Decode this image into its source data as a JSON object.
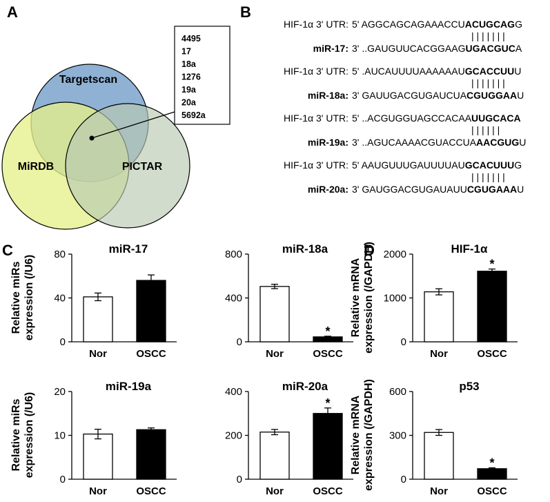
{
  "panel_labels": {
    "a": "A",
    "b": "B",
    "c": "C",
    "d": "D"
  },
  "venn": {
    "sets": [
      "Targetscan",
      "MiRDB",
      "PICTAR"
    ],
    "colors": {
      "targetscan": "#8fb1d4",
      "mirdb": "#e6ef8a",
      "pictar": "#b9c9b2"
    },
    "overlap_list": [
      "4495",
      "17",
      "18a",
      "1276",
      "19a",
      "20a",
      "5692a"
    ]
  },
  "alignments": [
    {
      "utr_label": "HIF-1α 3' UTR:",
      "utr_seq": [
        {
          "t": "5'  ",
          "b": false
        },
        {
          "t": "AGGCAGCAGAAACCU",
          "b": false
        },
        {
          "t": "ACUGCAG",
          "b": true
        },
        {
          "t": "G",
          "b": false
        }
      ],
      "bars": "| | | | | | |",
      "mir_label": "miR-17:",
      "mir_seq": [
        {
          "t": "3'  ..GAUGUUCACGGAAG",
          "b": false
        },
        {
          "t": "UGACGUC",
          "b": true
        },
        {
          "t": "A",
          "b": false
        }
      ]
    },
    {
      "utr_label": "HIF-1α 3' UTR:",
      "utr_seq": [
        {
          "t": "5' .AUCAUUUUAAAAAAU",
          "b": false
        },
        {
          "t": "GCACCUU",
          "b": true
        },
        {
          "t": "U",
          "b": false
        }
      ],
      "bars": "| | | | | | |",
      "mir_label": "miR-18a:",
      "mir_seq": [
        {
          "t": "3' GAUUGACGUGAUCUA",
          "b": false
        },
        {
          "t": "CGUGGAA",
          "b": true
        },
        {
          "t": "U",
          "b": false
        }
      ]
    },
    {
      "utr_label": "HIF-1α 3' UTR:",
      "utr_seq": [
        {
          "t": "5'  ..ACGUGGUAGCCACAA",
          "b": false
        },
        {
          "t": "UUGCACA",
          "b": true
        }
      ],
      "bars": "| | | | | |",
      "mir_label": "miR-19a:",
      "mir_seq": [
        {
          "t": "3' ..AGUCAAAACGUACCUA",
          "b": false
        },
        {
          "t": "AACGUG",
          "b": true
        },
        {
          "t": "U",
          "b": false
        }
      ]
    },
    {
      "utr_label": "HIF-1α 3' UTR:",
      "utr_seq": [
        {
          "t": "5' AAUGUUUGAUUUUAU",
          "b": false
        },
        {
          "t": "GCACUUU",
          "b": true
        },
        {
          "t": "G",
          "b": false
        }
      ],
      "bars": "| | | | | | |",
      "mir_label": "miR-20a:",
      "mir_seq": [
        {
          "t": "3' GAUGGACGUGAUAUU",
          "b": false
        },
        {
          "t": "CGUGAAA",
          "b": true
        },
        {
          "t": "U",
          "b": false
        }
      ]
    }
  ],
  "ylabels": {
    "c": [
      "Relative miRs",
      "expression (/U6)"
    ],
    "d": [
      "Relative mRNA",
      "expression (/GAPDH)"
    ]
  },
  "chart_data": [
    {
      "type": "bar",
      "title": "miR-17",
      "categories": [
        "Nor",
        "OSCC"
      ],
      "values": [
        41,
        56
      ],
      "errors": [
        3.5,
        5
      ],
      "ylim": [
        0,
        80
      ],
      "yticks": [
        0,
        40,
        80
      ],
      "significant": [
        false,
        false
      ]
    },
    {
      "type": "bar",
      "title": "miR-18a",
      "categories": [
        "Nor",
        "OSCC"
      ],
      "values": [
        505,
        45
      ],
      "errors": [
        20,
        6
      ],
      "ylim": [
        0,
        800
      ],
      "yticks": [
        0,
        400,
        800
      ],
      "significant": [
        false,
        true
      ]
    },
    {
      "type": "bar",
      "title": "miR-19a",
      "categories": [
        "Nor",
        "OSCC"
      ],
      "values": [
        10.3,
        11.3
      ],
      "errors": [
        1.1,
        0.4
      ],
      "ylim": [
        0,
        20
      ],
      "yticks": [
        0,
        10,
        20
      ],
      "significant": [
        false,
        false
      ]
    },
    {
      "type": "bar",
      "title": "miR-20a",
      "categories": [
        "Nor",
        "OSCC"
      ],
      "values": [
        215,
        300
      ],
      "errors": [
        12,
        25
      ],
      "ylim": [
        0,
        400
      ],
      "yticks": [
        0,
        200,
        400
      ],
      "significant": [
        false,
        true
      ]
    },
    {
      "type": "bar",
      "title": "HIF-1α",
      "categories": [
        "Nor",
        "OSCC"
      ],
      "values": [
        1140,
        1610
      ],
      "errors": [
        70,
        50
      ],
      "ylim": [
        0,
        2000
      ],
      "yticks": [
        0,
        1000,
        2000
      ],
      "significant": [
        false,
        true
      ]
    },
    {
      "type": "bar",
      "title": "p53",
      "categories": [
        "Nor",
        "OSCC"
      ],
      "values": [
        320,
        72
      ],
      "errors": [
        20,
        6
      ],
      "ylim": [
        0,
        600
      ],
      "yticks": [
        0,
        300,
        600
      ],
      "significant": [
        false,
        true
      ]
    }
  ],
  "bar_colors": {
    "nor_fill": "#ffffff",
    "oscc_fill": "#000000",
    "stroke": "#000000"
  },
  "significance_mark": "*"
}
